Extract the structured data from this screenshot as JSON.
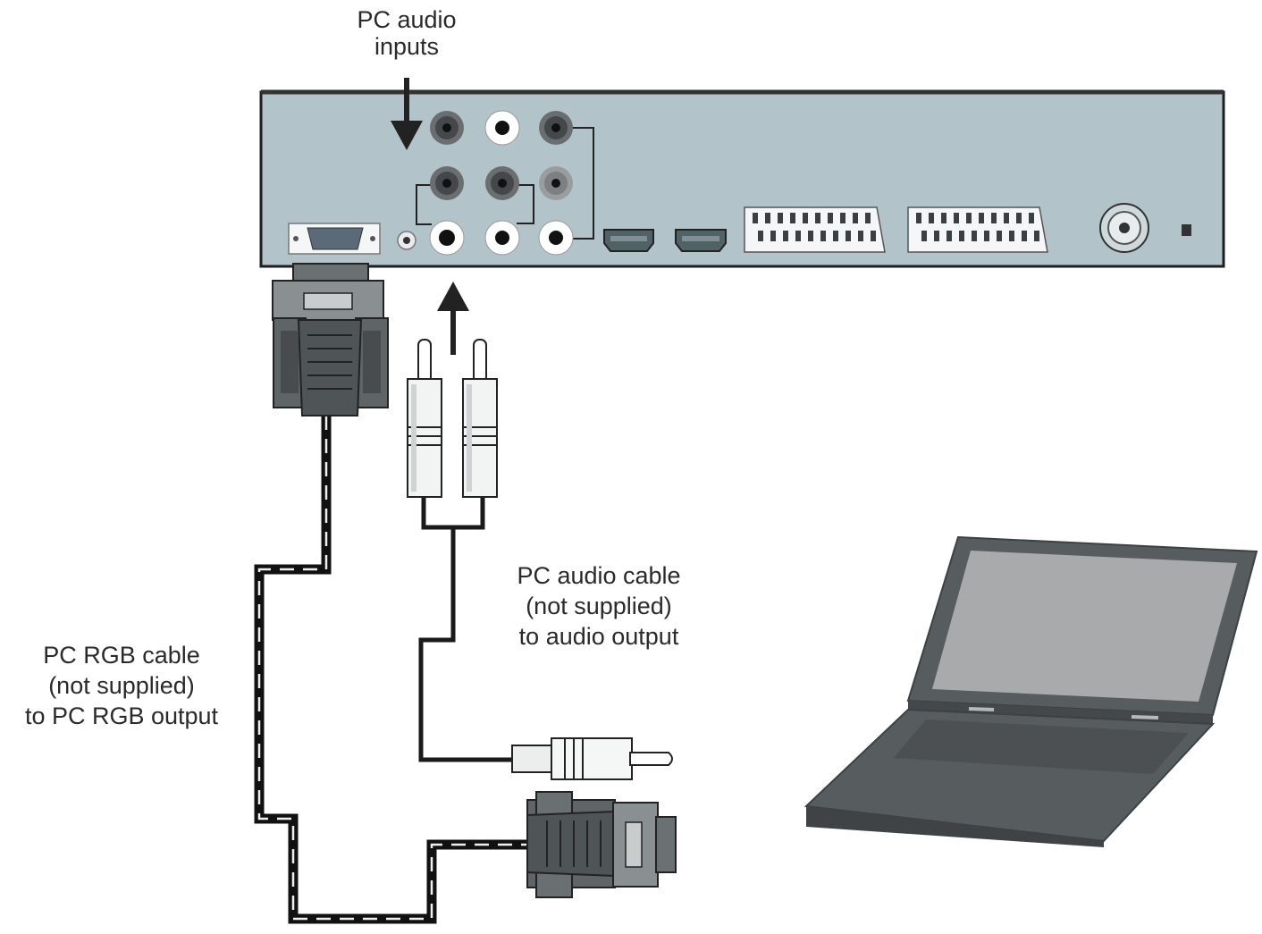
{
  "labels": {
    "pc_audio_inputs": [
      "PC audio",
      "inputs"
    ],
    "pc_audio_cable": [
      "PC audio cable",
      "(not supplied)",
      "to audio output"
    ],
    "pc_rgb_cable": [
      "PC RGB cable",
      "(not supplied)",
      "to PC RGB output"
    ]
  },
  "icons": {
    "tv": "tv-rear-panel-icon",
    "vga_plug": "vga-connector-icon",
    "rca_plug": "rca-plug-icon",
    "jack_plug": "audio-jack-plug-icon",
    "laptop": "laptop-icon",
    "arrow": "arrow-icon"
  },
  "colors": {
    "panel": "#b2c3c9",
    "panel_border": "#1e1e1e",
    "connector": "#5c6266",
    "laptop_body": "#575c5f",
    "laptop_screen": "#a9aaab",
    "cable": "#151515"
  }
}
